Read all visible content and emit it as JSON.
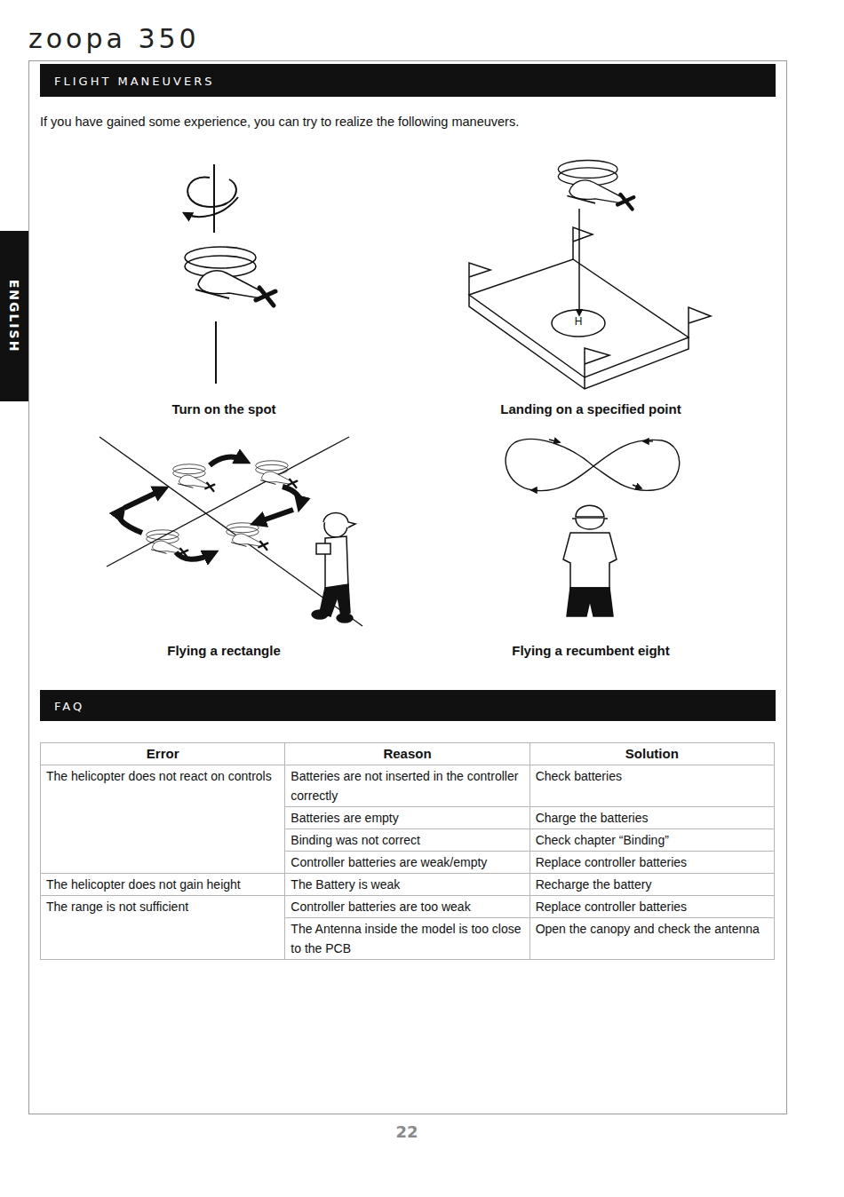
{
  "diagram": {
    "title": "zoopa 350",
    "nodes": [
      {
        "text": [
          "FLIGHT MANEUVERS"
        ]
      },
      {
        "text": [
          "FAQ"
        ]
      },
      {
        "text": [
          "ENGLISH"
        ]
      }
    ],
    "labels": [
      "If you have gained some experience, you can try to realize the following maneuvers.",
      "Turn on the spot",
      "Landing on a specified point",
      "Flying a rectangle",
      "Flying a recumbent eight",
      "H",
      "Error",
      "Reason",
      "Solution",
      "The helicopter does not react on controls",
      "Batteries are not inserted in the controller correctly",
      "Check batteries",
      "Batteries are empty",
      "Charge the batteries",
      "Binding was not correct",
      "Check chapter “Binding”",
      "Controller batteries are weak/empty",
      "Replace controller batteries",
      "The helicopter does not gain height",
      "The Battery is weak",
      "Recharge the battery",
      "The range is not sufficient",
      "Controller batteries are too weak",
      "Replace controller batteries",
      "The Antenna inside the model is too close to the PCB",
      "Open the canopy and check the antenna",
      "22"
    ]
  }
}
